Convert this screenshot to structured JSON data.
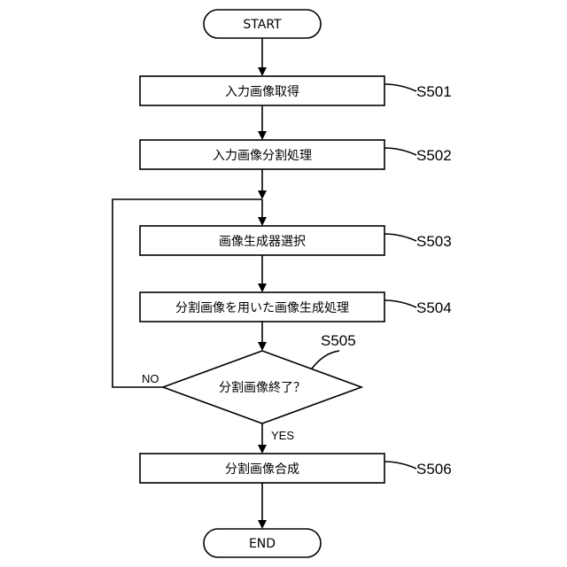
{
  "diagram": {
    "start_label": "START",
    "end_label": "END",
    "steps": [
      {
        "text": "入力画像取得",
        "label": "S501"
      },
      {
        "text": "入力画像分割処理",
        "label": "S502"
      },
      {
        "text": "画像生成器選択",
        "label": "S503"
      },
      {
        "text": "分割画像を用いた画像生成処理",
        "label": "S504"
      },
      {
        "text": "分割画像合成",
        "label": "S506"
      }
    ],
    "decision": {
      "text": "分割画像終了？",
      "label": "S505",
      "yes_label": "YES",
      "no_label": "NO"
    }
  }
}
